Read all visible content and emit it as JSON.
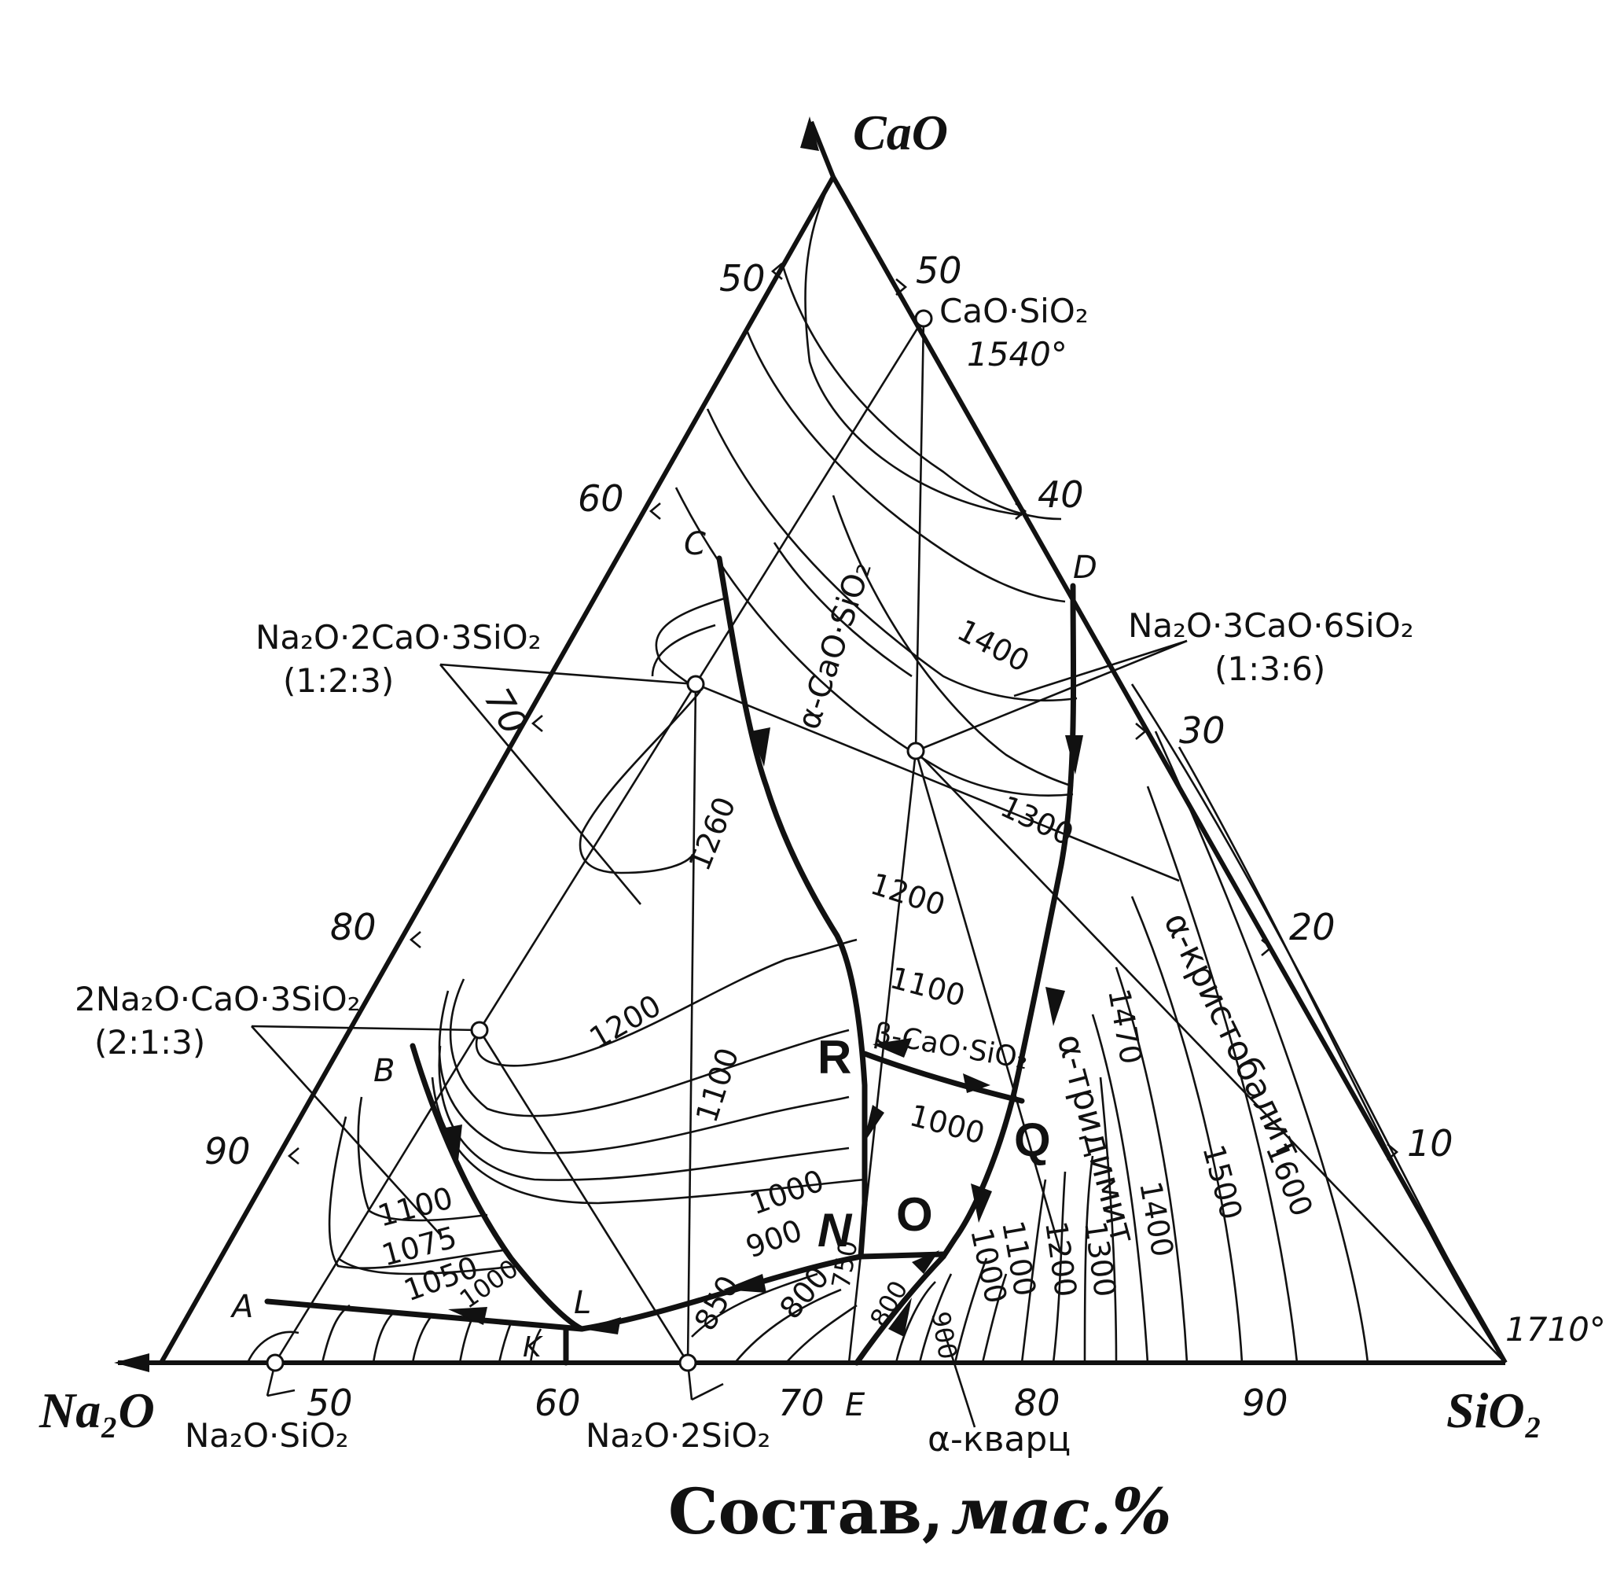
{
  "components": {
    "top": "CaO",
    "left_sub": "Na₂O",
    "right_sub": "SiO₂"
  },
  "axis_title": {
    "main": "Состав,",
    "unit": "мас.%"
  },
  "left_edge_ticks": [
    "50",
    "60",
    "70",
    "80",
    "90"
  ],
  "right_edge_ticks": [
    "50",
    "40",
    "30",
    "20",
    "10"
  ],
  "bottom_edge_ticks": [
    "50",
    "60",
    "70",
    "80",
    "90"
  ],
  "compounds": {
    "cs": {
      "name": "CaO·SiO₂",
      "temp": "1540°"
    },
    "n2c3s": {
      "name": "Na₂O·2CaO·3SiO₂",
      "ratio": "(1:2:3)"
    },
    "n3c6s": {
      "name": "Na₂O·3CaO·6SiO₂",
      "ratio": "(1:3:6)"
    },
    "n2cs3": {
      "name": "2Na₂O·CaO·3SiO₂",
      "ratio": "(2:1:3)"
    },
    "ns": {
      "name": "Na₂O·SiO₂"
    },
    "ns2": {
      "name": "Na₂O·2SiO₂"
    }
  },
  "sio2_melting": "1710°",
  "phase_fields": {
    "alpha_cs": "α-CaO·SiO₂",
    "beta_cs": "β-CaO·SiO₂",
    "cristobalite": "α-кристобалит",
    "tridymite": "α-тридимит",
    "quartz": "α-кварц"
  },
  "point_labels": {
    "A": "A",
    "B": "B",
    "C": "C",
    "D": "D",
    "E": "E",
    "K": "K",
    "L": "L",
    "N": "N",
    "O": "O",
    "Q": "Q",
    "R": "R"
  },
  "isotherms": {
    "t1400": "1400",
    "t1300": "1300",
    "t1260": "1260",
    "t1200a": "1200",
    "t1200b": "1200",
    "t1100a": "1100",
    "t1100b": "1100",
    "t1100c": "1100",
    "t1075": "1075",
    "t1050": "1050",
    "t1000a": "1000",
    "t1000b": "1000",
    "t1000c": "1000",
    "t900": "900",
    "t850": "850",
    "t800": "800",
    "t750": "750",
    "t800b": "800",
    "t900b": "900",
    "t1000d": "1000",
    "t1100d": "1100",
    "t1200c": "1200",
    "t1300b": "1300",
    "t1400b": "1400",
    "t1470": "1470",
    "t1500": "1500",
    "t1600": "1600"
  }
}
